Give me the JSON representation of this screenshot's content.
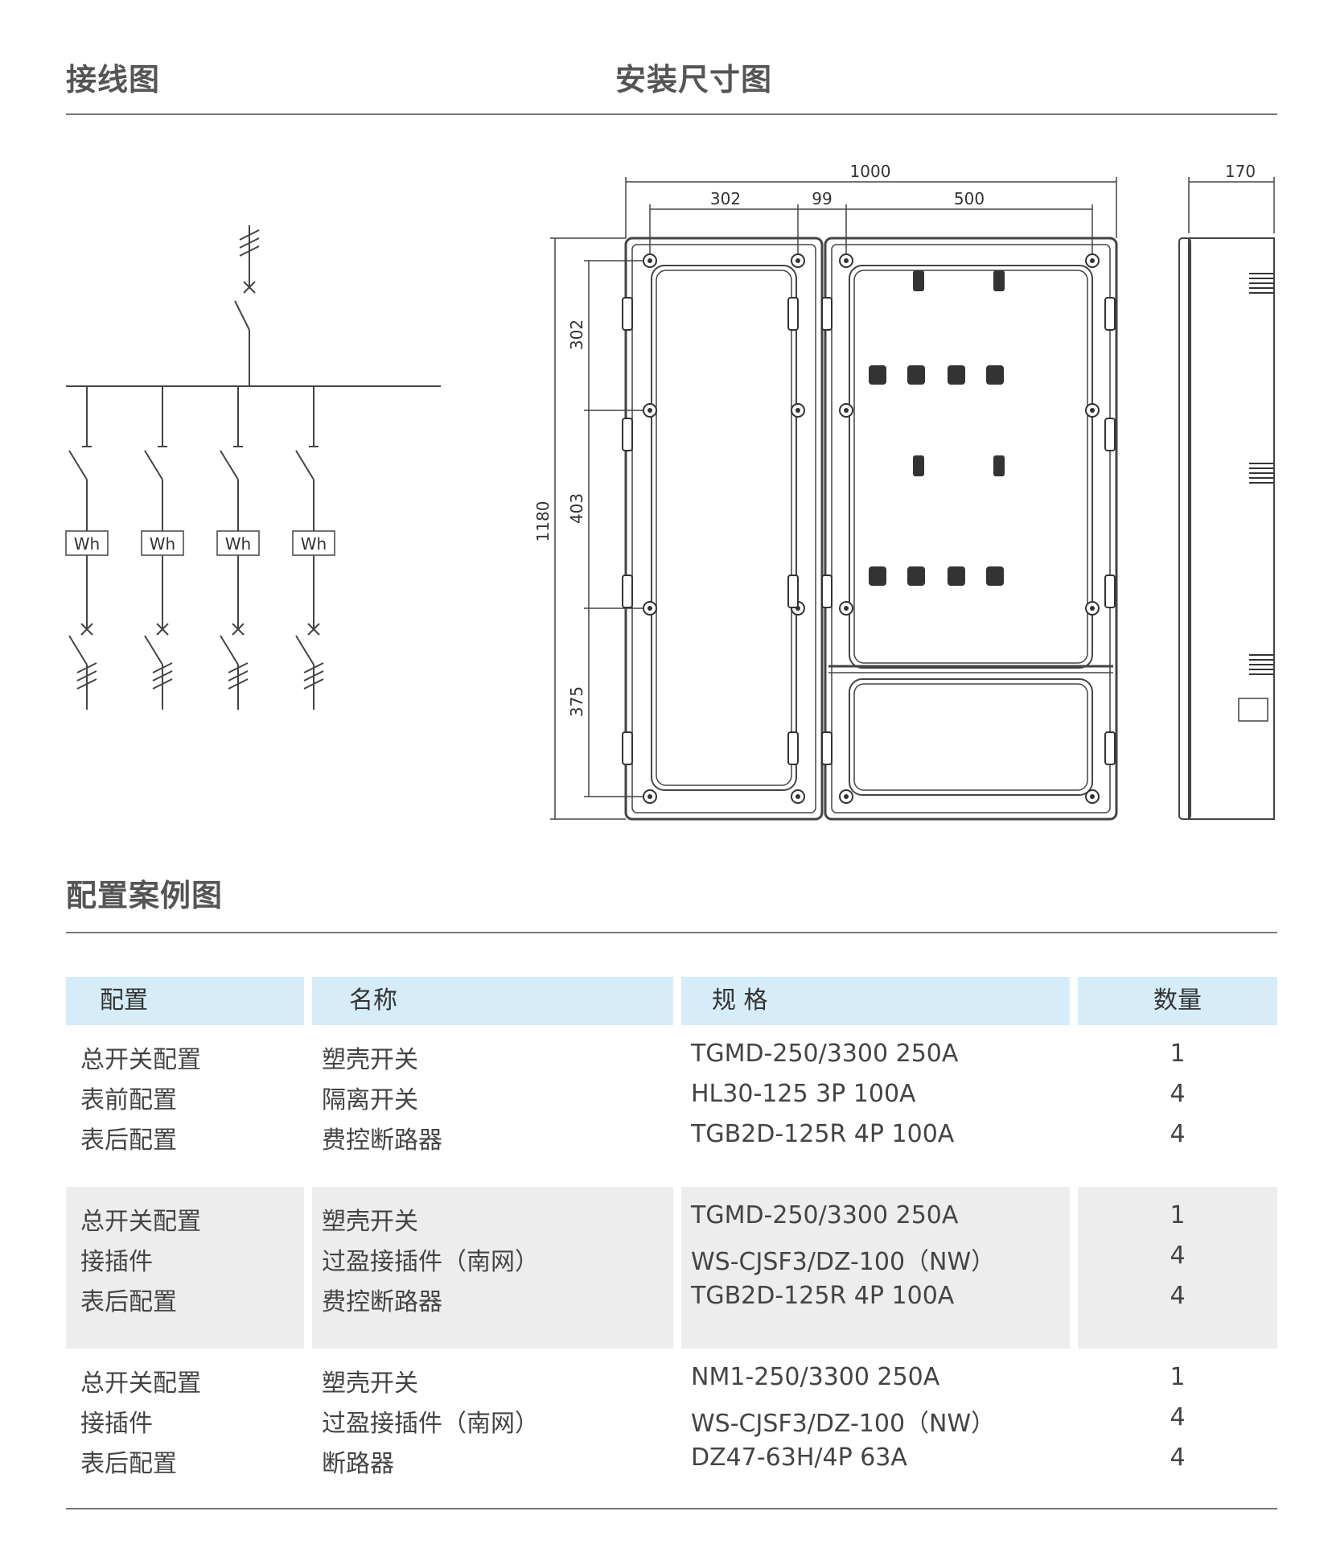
{
  "headings": {
    "wiring": "接线图",
    "install": "安装尺寸图",
    "config": "配置案例图"
  },
  "wiring": {
    "meter_labels": [
      "Wh",
      "Wh",
      "Wh",
      "Wh"
    ]
  },
  "dimensions": {
    "total_width": "1000",
    "left": "302",
    "gap": "99",
    "right": "500",
    "depth": "170",
    "total_height": "1180",
    "h1": "302",
    "h2": "403",
    "h3": "375"
  },
  "table": {
    "headers": [
      "配置",
      "名称",
      "规 格",
      "数量"
    ],
    "groups": [
      {
        "rows": [
          {
            "config": "总开关配置",
            "name": "塑壳开关",
            "spec": "TGMD-250/3300 250A",
            "qty": "1"
          },
          {
            "config": "表前配置",
            "name": "隔离开关",
            "spec": "HL30-125 3P 100A",
            "qty": "4"
          },
          {
            "config": "表后配置",
            "name": "费控断路器",
            "spec": "TGB2D-125R 4P 100A",
            "qty": "4"
          }
        ]
      },
      {
        "rows": [
          {
            "config": "总开关配置",
            "name": "塑壳开关",
            "spec": "TGMD-250/3300 250A",
            "qty": "1"
          },
          {
            "config": "接插件",
            "name": "过盈接插件（南网）",
            "spec": "WS-CJSF3/DZ-100（NW）",
            "qty": "4"
          },
          {
            "config": "表后配置",
            "name": "费控断路器",
            "spec": "TGB2D-125R 4P 100A",
            "qty": "4"
          }
        ]
      },
      {
        "rows": [
          {
            "config": "总开关配置",
            "name": "塑壳开关",
            "spec": "NM1-250/3300 250A",
            "qty": "1"
          },
          {
            "config": "接插件",
            "name": "过盈接插件（南网）",
            "spec": "WS-CJSF3/DZ-100（NW）",
            "qty": "4"
          },
          {
            "config": "表后配置",
            "name": "断路器",
            "spec": "DZ47-63H/4P 63A",
            "qty": "4"
          }
        ]
      }
    ]
  }
}
